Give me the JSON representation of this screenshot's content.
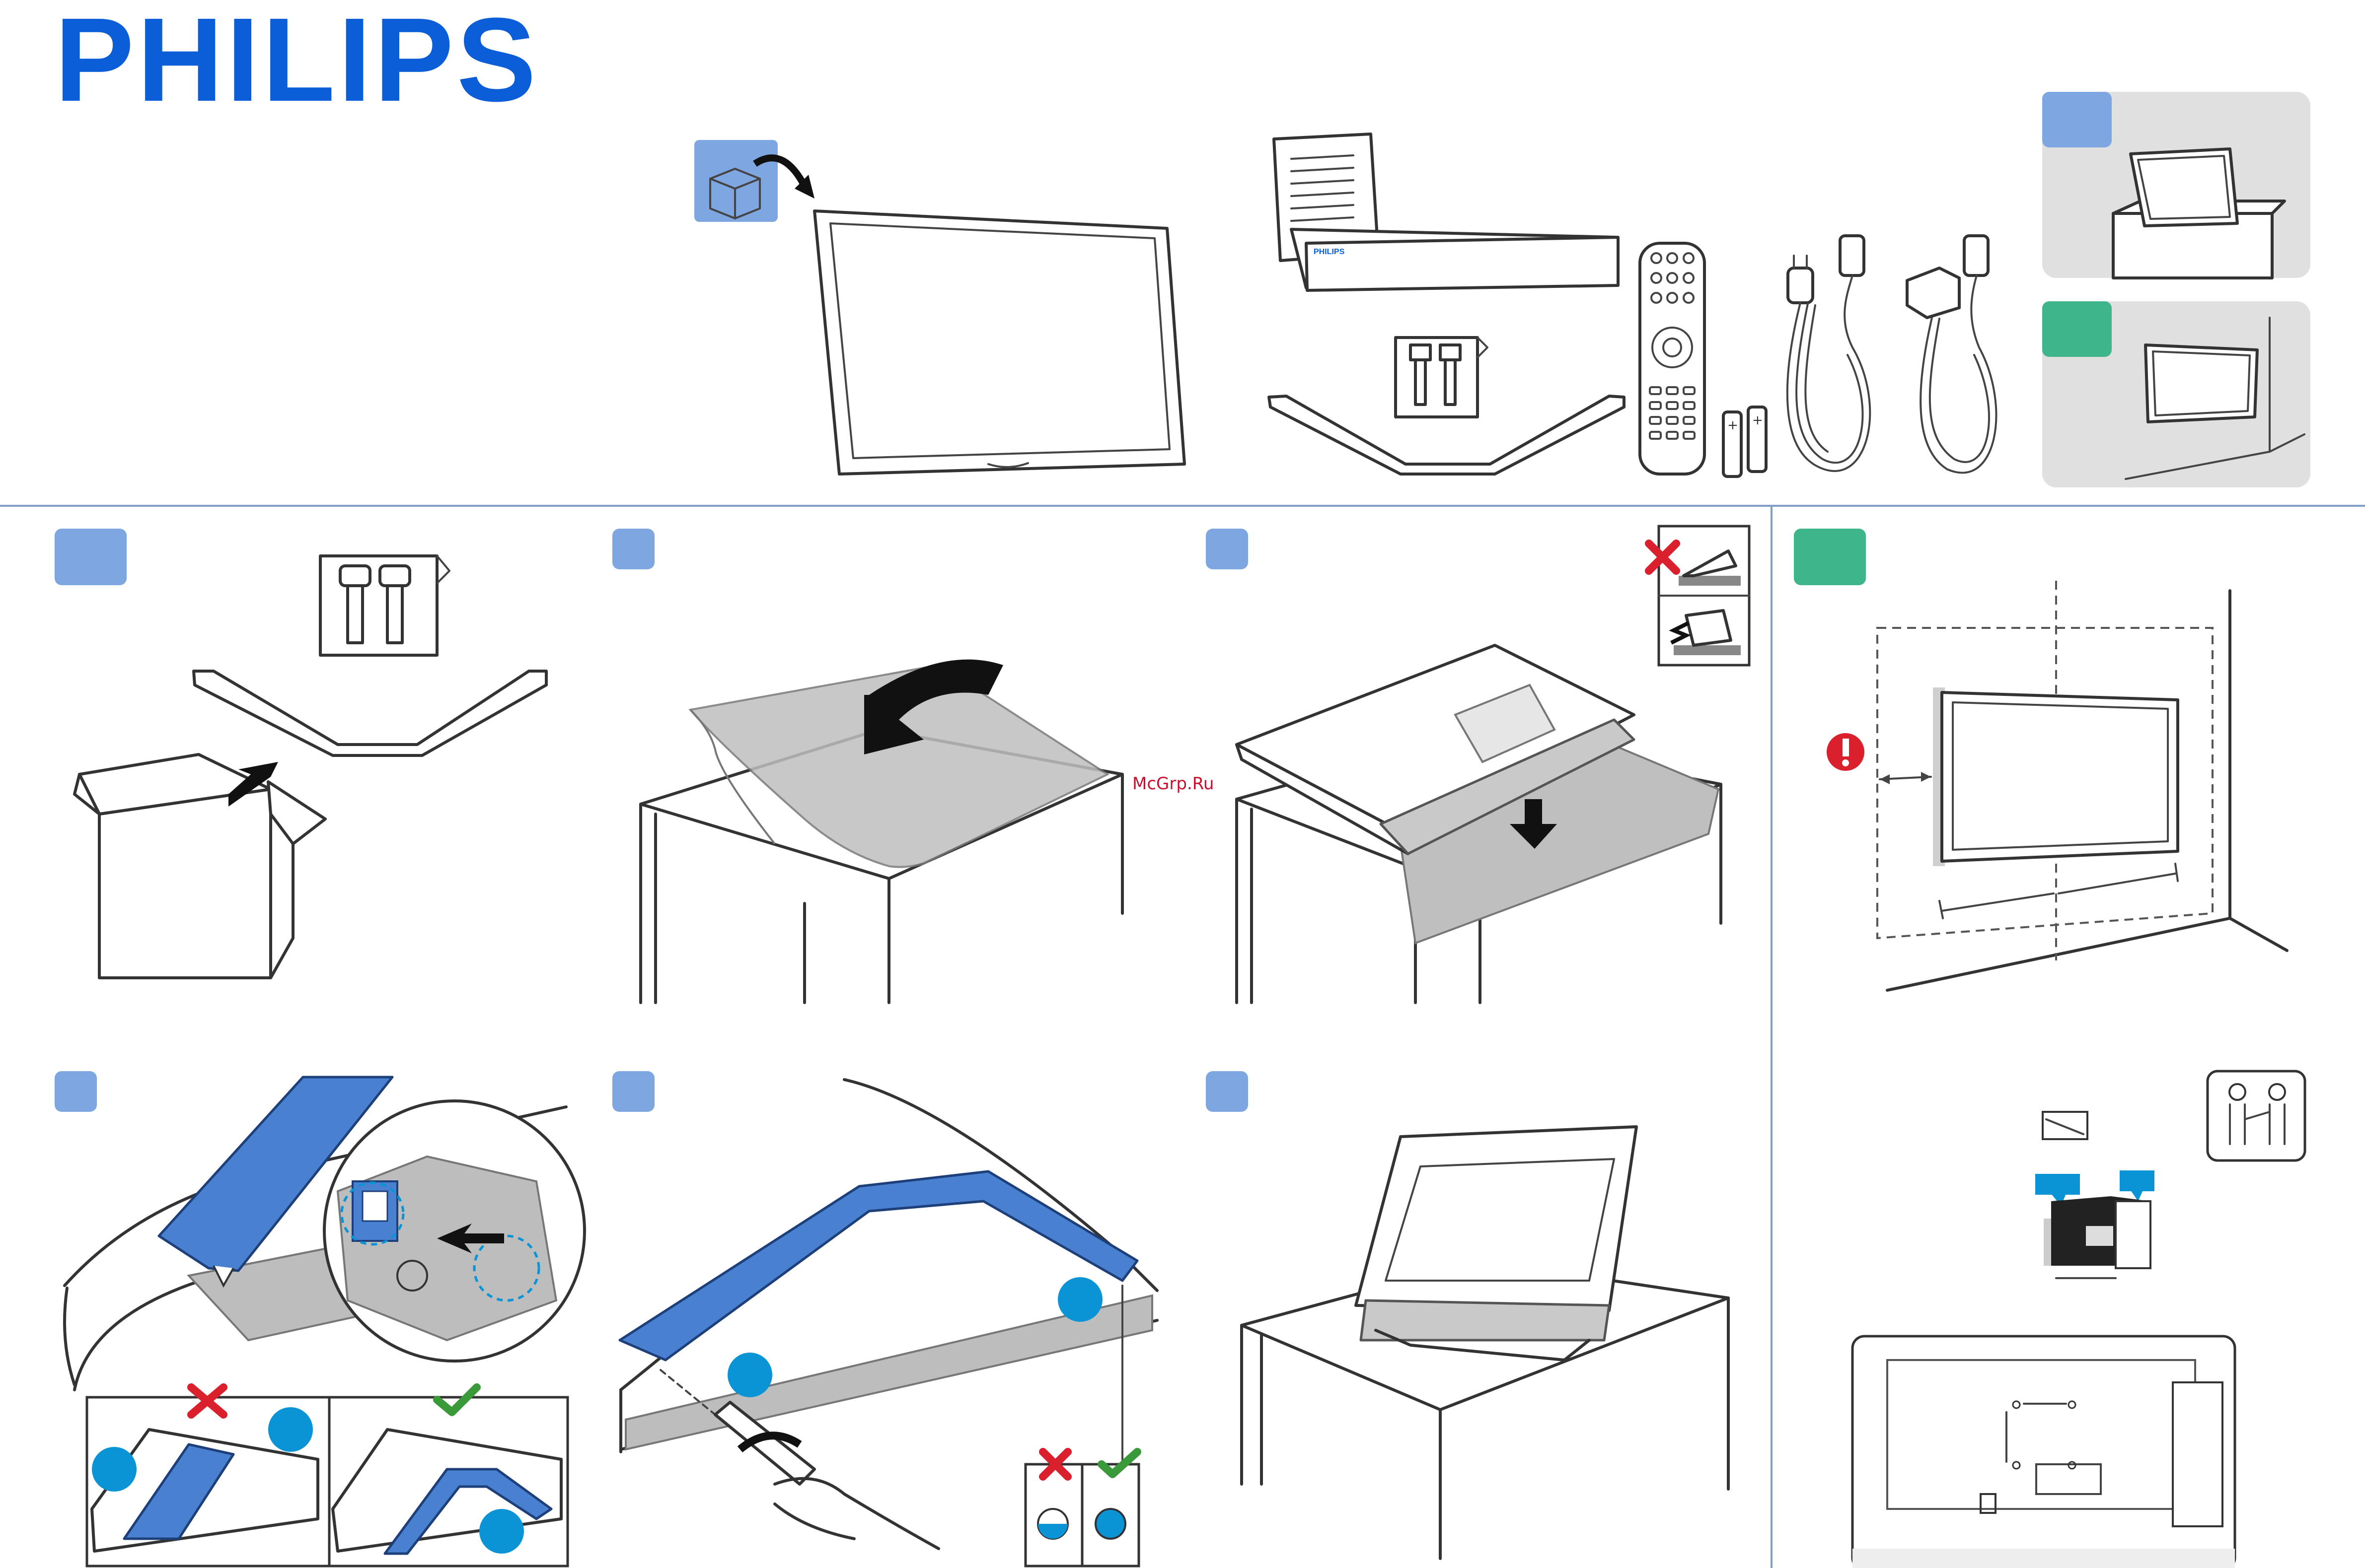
{
  "brand": {
    "logo_text": "PHILIPS",
    "box_logo_text": "PHILIPS",
    "color": "#0b5ed7"
  },
  "watermark": {
    "text": "McGrp.Ru",
    "color": "#c8102e"
  },
  "colors": {
    "step_blue": "#7ea6e0",
    "step_green": "#3fb58c",
    "stand_blue": "#4a80d0",
    "callout_cyan": "#0a94d6",
    "cross_red": "#d9202c",
    "check_green": "#3a9a3a",
    "warning_red": "#d9202c",
    "divider": "#7f9fc6"
  },
  "icons": {
    "unbox": "open-box-icon",
    "wrong": "cross-icon",
    "right": "check-icon",
    "warning": "exclamation-icon",
    "two_people": "two-people-icon"
  }
}
